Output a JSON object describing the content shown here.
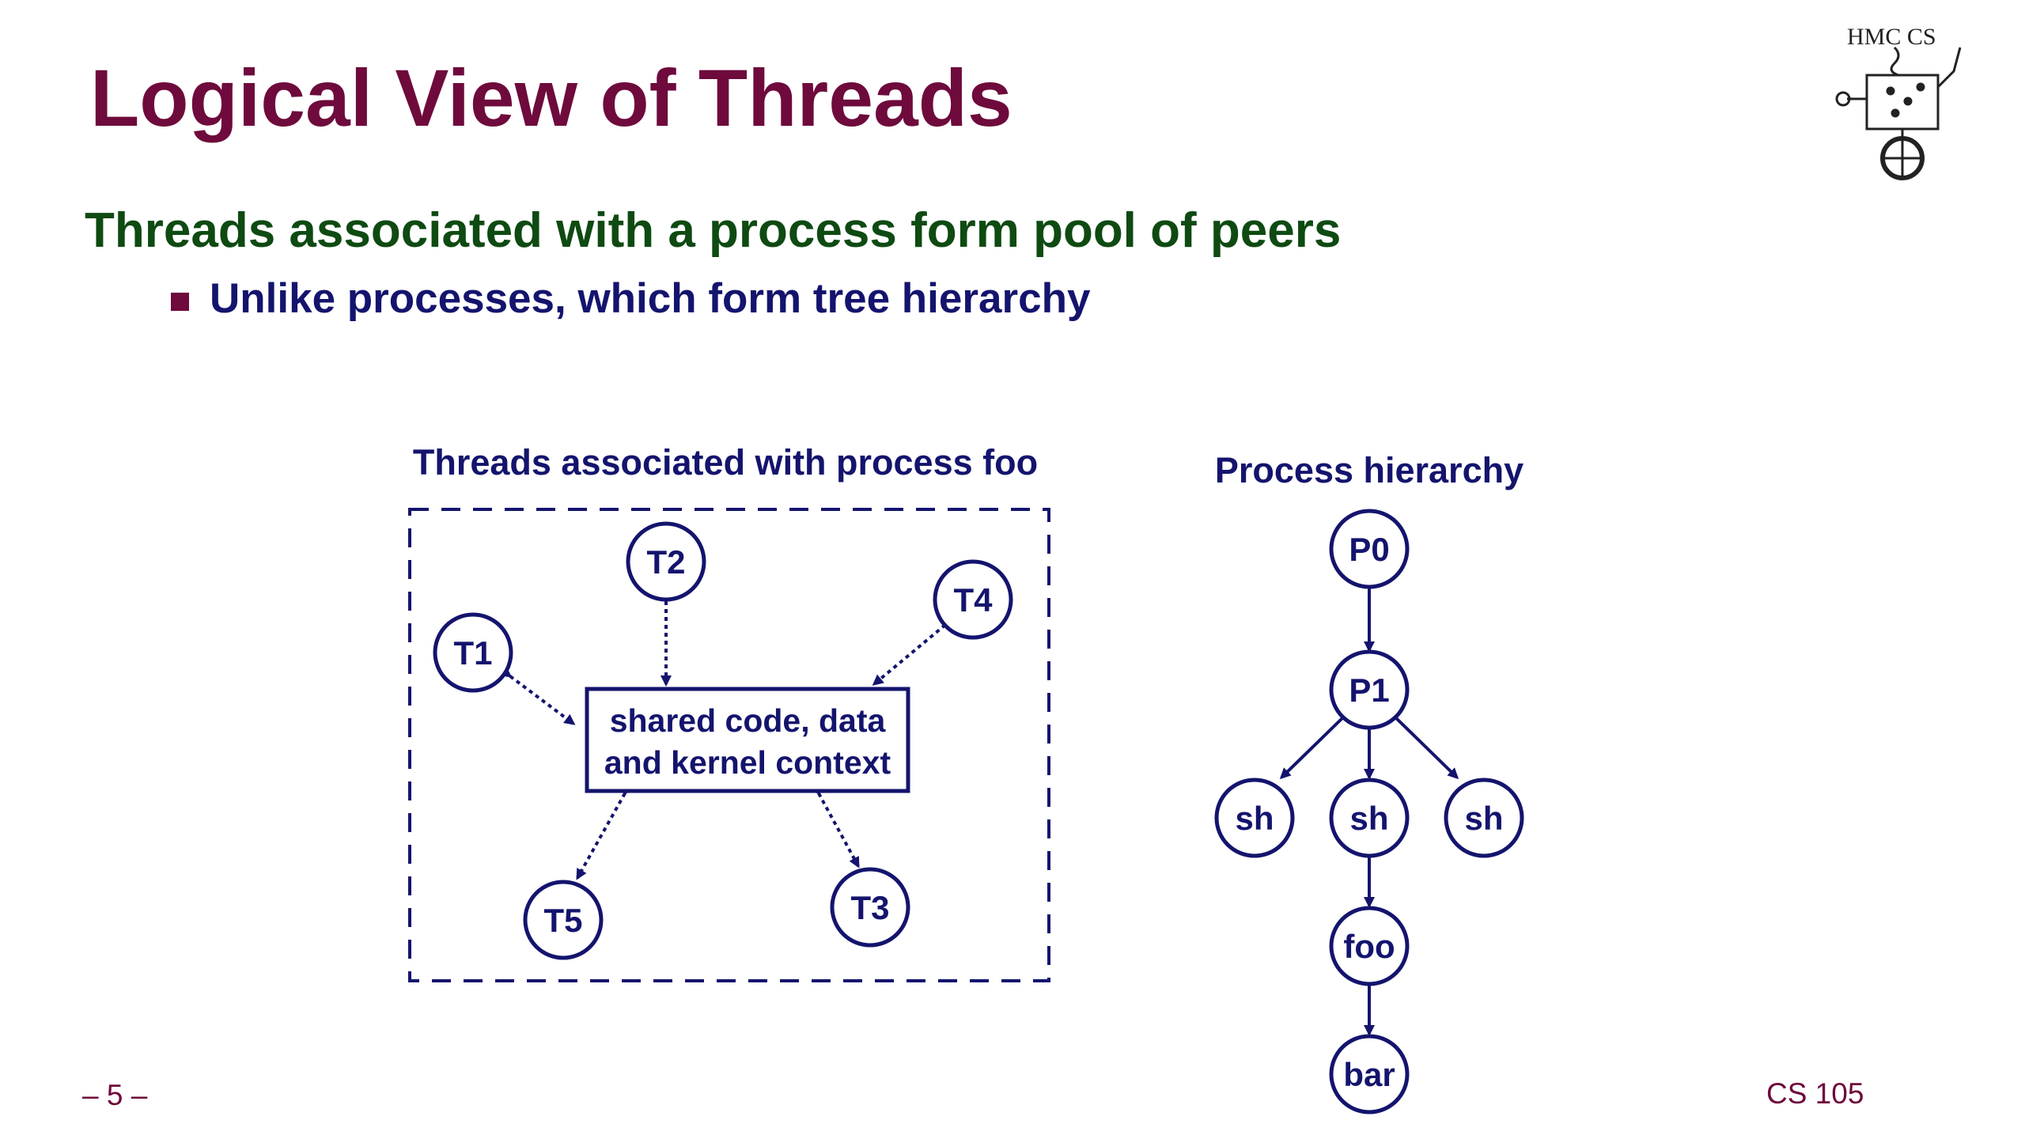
{
  "slide": {
    "title": "Logical View of Threads",
    "main_point": "Threads associated with a process form pool of peers",
    "sub_point": "Unlike processes, which form tree hierarchy"
  },
  "thread_diagram": {
    "caption": "Threads associated with process foo",
    "shared_box": {
      "line1": "shared code, data",
      "line2": "and kernel context"
    },
    "threads": [
      "T1",
      "T2",
      "T3",
      "T4",
      "T5"
    ]
  },
  "process_diagram": {
    "caption": "Process hierarchy",
    "nodes": {
      "p0": "P0",
      "p1": "P1",
      "sh_left": "sh",
      "sh_mid": "sh",
      "sh_right": "sh",
      "foo": "foo",
      "bar": "bar"
    }
  },
  "footer": {
    "page_number": "– 5 –",
    "course": "CS 105"
  },
  "logo": {
    "text": "HMC CS",
    "icon": "robot-unicycle-logo-icon"
  },
  "colors": {
    "title": "#6e0a3c",
    "main_point": "#0e4a12",
    "diagram": "#14146e",
    "bullet": "#6e0a3c"
  }
}
